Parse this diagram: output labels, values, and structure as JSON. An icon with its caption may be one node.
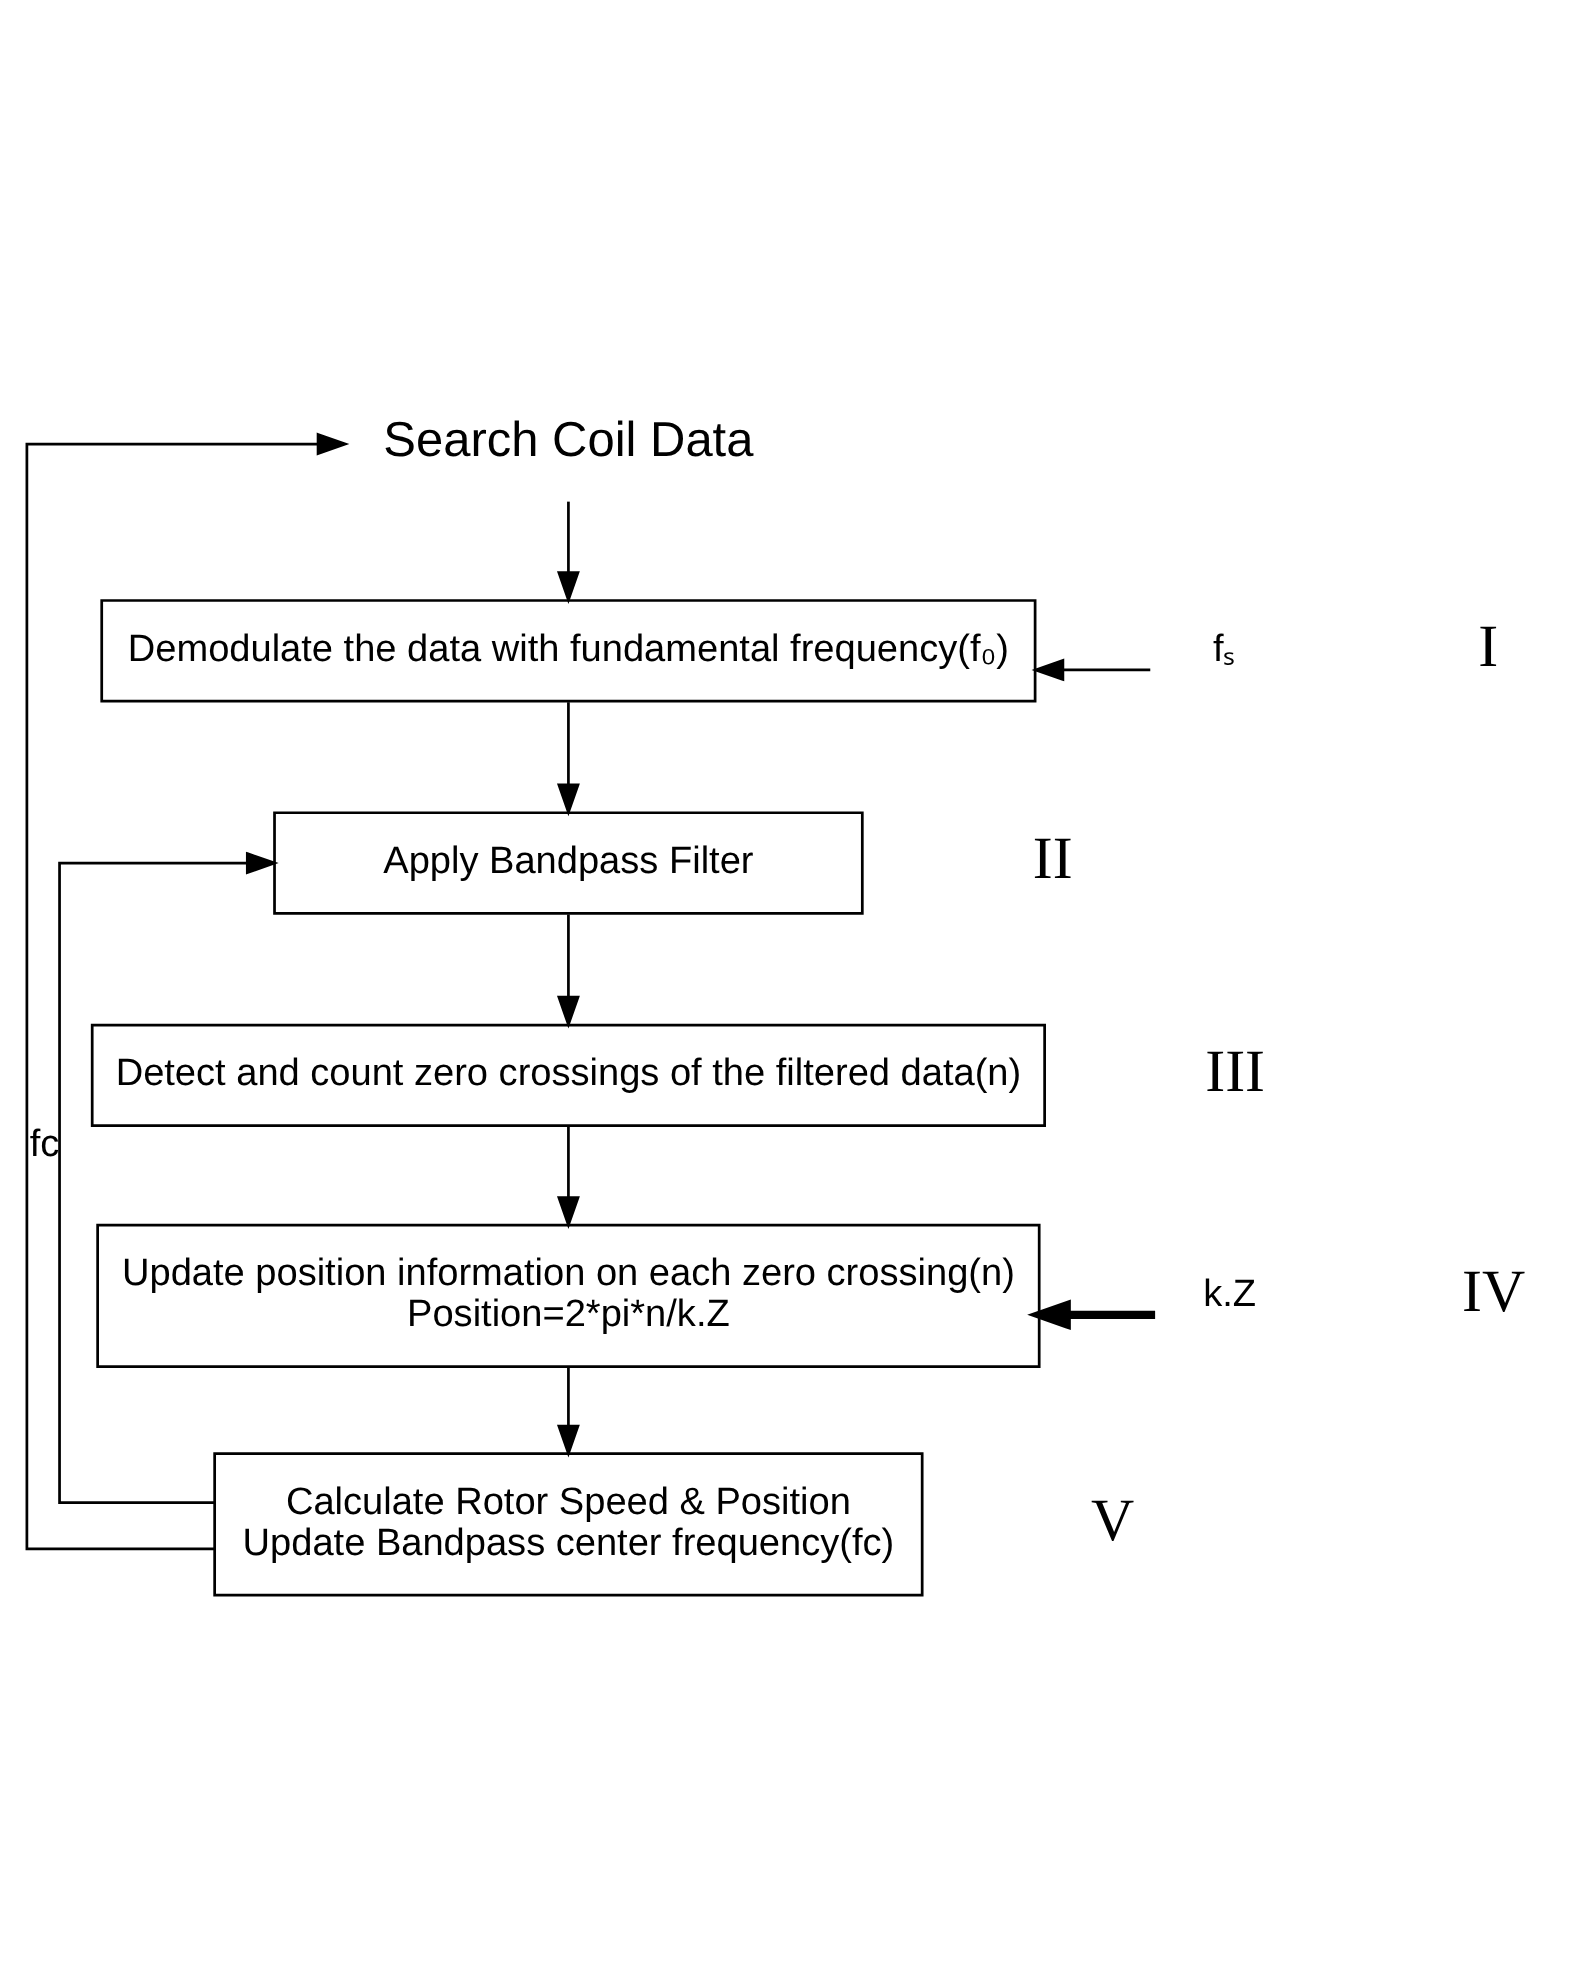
{
  "diagram": {
    "nodes": [
      {
        "text": [
          "Search Coil Data"
        ]
      },
      {
        "text": [
          "Demodulate the data with fundamental frequency(f₀)"
        ]
      },
      {
        "text": [
          "fₛ"
        ]
      },
      {
        "text": [
          "Apply Bandpass Filter"
        ]
      },
      {
        "text": [
          "Detect and count zero crossings of the filtered data(n)"
        ]
      },
      {
        "text": [
          "Update position information on each zero crossing(n)",
          "Position=2*pi*n/k.Z"
        ]
      },
      {
        "text": [
          "k.Z"
        ]
      },
      {
        "text": [
          "Calculate Rotor Speed & Position",
          "Update Bandpass center frequency(fc)"
        ]
      }
    ],
    "edges": [
      {
        "from": 0,
        "to": 1,
        "arrow": "to"
      },
      {
        "from": 2,
        "to": 1,
        "arrow": "to"
      },
      {
        "from": 1,
        "to": 3,
        "arrow": "to"
      },
      {
        "from": 3,
        "to": 4,
        "arrow": "to"
      },
      {
        "from": 4,
        "to": 5,
        "arrow": "to"
      },
      {
        "from": 6,
        "to": 5,
        "arrow": "to",
        "style": "thick"
      },
      {
        "from": 5,
        "to": 7,
        "arrow": "to"
      },
      {
        "from": 7,
        "to": 0,
        "arrow": "to"
      },
      {
        "from": 7,
        "to": 3,
        "arrow": "to",
        "label": "fc"
      }
    ],
    "labels": [
      "I",
      "II",
      "III",
      "IV",
      "V"
    ]
  }
}
